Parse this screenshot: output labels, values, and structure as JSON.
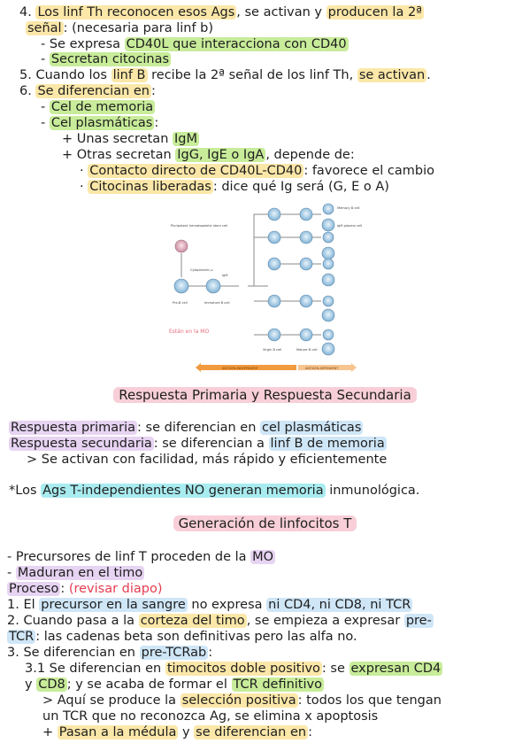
{
  "lines": {
    "l1": {
      "a": "4. ",
      "b": "Los linf Th reconocen esos Ags",
      "c": ", se activan y ",
      "d": "producen la 2ª"
    },
    "l2": {
      "a": "señal",
      "b": ": (necesaria para linf b)"
    },
    "l3": {
      "a": "- Se expresa ",
      "b": "CD40L que interacciona con CD40"
    },
    "l4": {
      "a": "- ",
      "b": "Secretan citocinas"
    },
    "l5": {
      "a": "5. Cuando los ",
      "b": "linf B",
      "c": " recibe la 2ª señal de los linf Th, ",
      "d": "se activan",
      "e": "."
    },
    "l6": {
      "a": "6. ",
      "b": "Se diferencian en",
      "c": ":"
    },
    "l7": {
      "a": "- ",
      "b": "Cel de memoria"
    },
    "l8": {
      "a": "- ",
      "b": "Cel plasmáticas",
      "c": ":"
    },
    "l9": {
      "a": "+ Unas secretan ",
      "b": "IgM"
    },
    "l10": {
      "a": "+ Otras secretan ",
      "b": "IgG, IgE o IgA",
      "c": ", depende de:"
    },
    "l11": {
      "a": "· ",
      "b": "Contacto directo de CD40L-CD40",
      "c": ": favorece el cambio"
    },
    "l12": {
      "a": "· ",
      "b": "Citocinas liberadas",
      "c": ": dice qué Ig será (G, E o A)"
    }
  },
  "figure": {
    "labels": {
      "hsc": "Pluripotent hematopoietic stem cell",
      "preb": "Pre-B cell",
      "immature": "Immature B cell",
      "cytoplasmic": "Cytoplasmic μ",
      "igm": "IgM",
      "virgin": "Virgin B cell",
      "mature": "Mature B cell",
      "memory": "Memory B cell",
      "plasma": "IgM plasma cell",
      "handnote": "Están en la MO",
      "bar_left": "ANTIGEN-INDEPENDENT",
      "bar_right": "ANTIGEN-DEPENDENT"
    }
  },
  "sections": {
    "s1_title": "Respuesta Primaria y Respuesta Secundaria",
    "p1a": "Respuesta primaria",
    "p1b": ": se diferencian en ",
    "p1c": "cel plasmáticas",
    "p2a": "Respuesta secundaria",
    "p2b": ": se diferencian a ",
    "p2c": "linf B de memoria",
    "p3": "> Se activan con facilidad, más rápido y eficientemente",
    "p4a": "*Los ",
    "p4b": "Ags T-independientes NO generan memoria",
    "p4c": " inmunológica.",
    "s2_title": "Generación de linfocitos T",
    "q1a": "- Precursores de linf T proceden de la ",
    "q1b": "MO",
    "q2a": "- ",
    "q2b": "Maduran en el timo",
    "q3a": "Proceso",
    "q3b": ": ",
    "q3c": "(revisar diapo)",
    "q4a": "1. El ",
    "q4b": "precursor en la sangre",
    "q4c": " no expresa ",
    "q4d": "ni CD4, ni CD8, ni TCR",
    "q5a": "2. Cuando pasa a la ",
    "q5b": "corteza del timo",
    "q5c": ", se empieza a expresar ",
    "q5d": "pre-",
    "q6a": "TCR",
    "q6b": ": las cadenas beta son definitivas pero las alfa no.",
    "q7a": "3. Se diferencian en ",
    "q7b": "pre-TCRab",
    "q7c": ":",
    "q8a": "3.1 Se diferencian en ",
    "q8b": "timocitos doble positivo",
    "q8c": ": se ",
    "q8d": "expresan CD4",
    "q9a": "y ",
    "q9b": "CD8",
    "q9c": "; y se acaba de formar el ",
    "q9d": "TCR definitivo",
    "q10a": "> Aquí se produce la ",
    "q10b": "selección positiva",
    "q10c": ": todos los que tengan",
    "q11": "un TCR que no reconozca Ag, se elimina x apoptosis",
    "q12a": "+ ",
    "q12b": "Pasan a la médula",
    "q12c": " y ",
    "q12d": "se diferencian en",
    "q12e": ":"
  },
  "colors": {
    "yellow": "#fbe7a8",
    "green": "#c8ec99",
    "purple": "#e7d3f2",
    "blue": "#cfe6f7",
    "cyan": "#a9ecf0",
    "pink": "#f8cfd8",
    "red": "#e43d52"
  }
}
